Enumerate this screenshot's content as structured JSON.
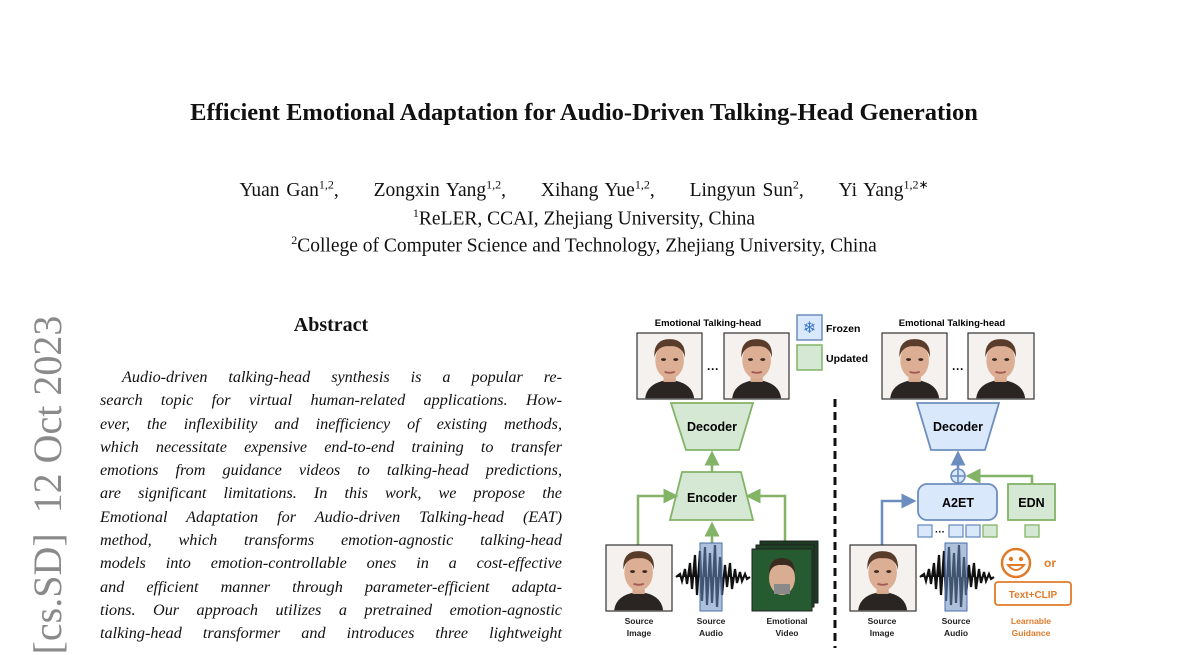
{
  "paper": {
    "title": "Efficient Emotional Adaptation for Audio-Driven Talking-Head Generation",
    "authors": [
      {
        "name": "Yuan Gan",
        "sup": "1,2"
      },
      {
        "name": "Zongxin Yang",
        "sup": "1,2"
      },
      {
        "name": "Xihang Yue",
        "sup": "1,2"
      },
      {
        "name": "Lingyun Sun",
        "sup": "2"
      },
      {
        "name": "Yi Yang",
        "sup": "1,2∗"
      }
    ],
    "affiliations": [
      {
        "sup": "1",
        "text": "ReLER, CCAI, Zhejiang University, China"
      },
      {
        "sup": "2",
        "text": "College of Computer Science and Technology, Zhejiang University, China"
      }
    ],
    "arxiv_watermark": "[cs.SD]  12 Oct 2023",
    "abstract_heading": "Abstract",
    "abstract_lines": [
      "Audio-driven talking-head synthesis is a popular re-",
      "search topic for virtual human-related applications. How-",
      "ever, the inflexibility and inefficiency of existing methods,",
      "which necessitate expensive end-to-end training to transfer",
      "emotions from guidance videos to talking-head predictions,",
      "are significant limitations.  In this work, we propose the",
      "Emotional Adaptation for Audio-driven Talking-head (EAT)",
      "method, which transforms emotion-agnostic talking-head",
      "models into emotion-controllable ones in a cost-effective",
      "and efficient manner through parameter-efficient adapta-",
      "tions. Our approach utilizes a pretrained emotion-agnostic",
      "talking-head transformer and introduces three lightweight"
    ]
  },
  "figure": {
    "left_output_label": "Emotional Talking-head",
    "right_output_label": "Emotional Talking-head",
    "legend": {
      "frozen": "Frozen",
      "updated": "Updated"
    },
    "decoder_left": "Decoder",
    "encoder": "Encoder",
    "decoder_right": "Decoder",
    "a2et": "A2ET",
    "edn": "EDN",
    "ellipsis": "···",
    "or": "or",
    "text_clip": "Text+CLIP",
    "inputs_left": [
      [
        "Source",
        "Image"
      ],
      [
        "Source",
        "Audio"
      ],
      [
        "Emotional",
        "Video"
      ]
    ],
    "inputs_right": [
      [
        "Source",
        "Image"
      ],
      [
        "Source",
        "Audio"
      ],
      [
        "Learnable",
        "Guidance"
      ]
    ],
    "colors": {
      "green_fill": "#d5e8d4",
      "green_stroke": "#82b366",
      "blue_fill": "#dae8fc",
      "blue_stroke": "#6c8ebf",
      "orange": "#e07b2a"
    }
  }
}
